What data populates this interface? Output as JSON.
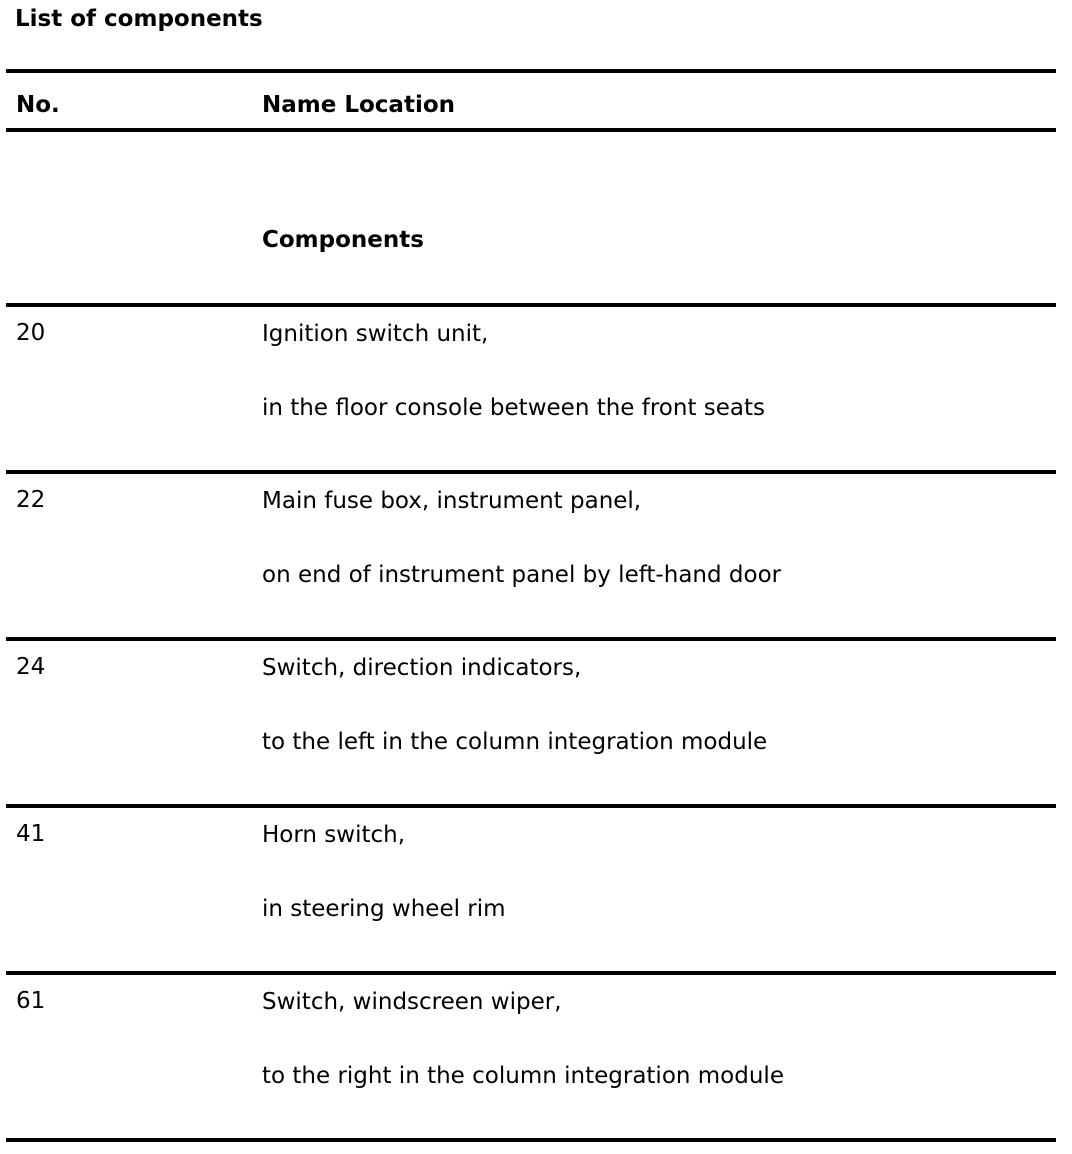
{
  "page": {
    "title": "List of components"
  },
  "table": {
    "headers": {
      "no": "No.",
      "name_location": "Name Location"
    },
    "section_label": "Components",
    "rows": [
      {
        "no": "20",
        "name": "Ignition switch unit,",
        "location": "in the floor console between the front seats"
      },
      {
        "no": "22",
        "name": "Main fuse box, instrument panel,",
        "location": "on end of instrument panel by left-hand door"
      },
      {
        "no": "24",
        "name": "Switch, direction indicators,",
        "location": "to the left in the column integration module"
      },
      {
        "no": "41",
        "name": "Horn switch,",
        "location": "in steering wheel rim"
      },
      {
        "no": "61",
        "name": "Switch, windscreen wiper,",
        "location": "to the right in the column integration module"
      }
    ]
  },
  "colors": {
    "text": "#000000",
    "background": "#ffffff",
    "rule": "#000000"
  }
}
